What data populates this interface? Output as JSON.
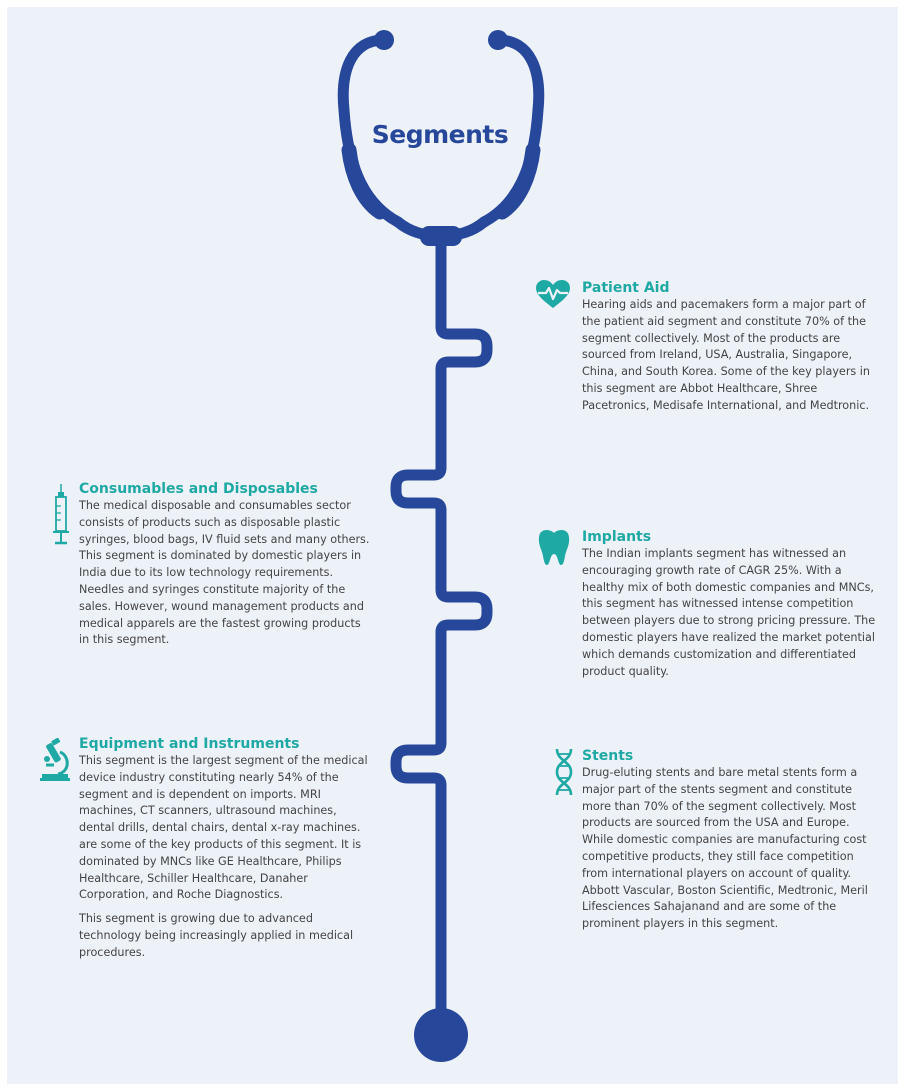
{
  "title": "Segments",
  "colors": {
    "background": "#edf1f8",
    "stethoscope": "#26479a",
    "heading": "#1fa9a5",
    "body_text": "#444444"
  },
  "segments": {
    "patient_aid": {
      "icon": "heart-pulse-icon",
      "heading": "Patient Aid",
      "body": "Hearing aids and pacemakers form a major part of the patient aid segment and constitute 70% of the segment collectively. Most of the products are sourced from Ireland, USA, Australia, Singapore, China, and South Korea. Some of the key players in this segment are Abbot Healthcare, Shree Pacetronics, Medisafe International, and Medtronic."
    },
    "consumables": {
      "icon": "syringe-icon",
      "heading": "Consumables and Disposables",
      "body": "The medical disposable and consumables sector consists of products such as disposable plastic syringes, blood bags, IV fluid sets and many others. This segment is dominated by domestic players in India due to its low technology requirements. Needles and syringes constitute majority of the sales. However, wound management products and medical apparels are the fastest growing products in this segment."
    },
    "implants": {
      "icon": "tooth-icon",
      "heading": "Implants",
      "body": "The Indian implants segment has witnessed an encouraging growth rate of CAGR 25%. With a healthy mix of both domestic companies and MNCs, this segment has witnessed intense competition between players due to strong pricing pressure. The domestic players have realized the market potential which demands customization and differentiated product quality."
    },
    "equipment": {
      "icon": "microscope-icon",
      "heading": "Equipment and Instruments",
      "body": "This segment is the largest segment of the medical device industry constituting nearly 54% of the segment and is dependent on imports. MRI machines, CT scanners, ultrasound machines, dental drills, dental chairs, dental x-ray machines. are some of the key products of this segment. It is dominated by MNCs like GE Healthcare, Philips Healthcare, Schiller Healthcare, Danaher Corporation, and Roche Diagnostics.",
      "body2": "This segment is growing due to advanced technology being increasingly applied in medical procedures."
    },
    "stents": {
      "icon": "dna-icon",
      "heading": "Stents",
      "body": "Drug-eluting stents and bare metal stents form a major part of the stents segment and constitute more than 70% of the segment collectively. Most products are sourced from the USA and Europe. While domestic companies are manufacturing cost competitive products, they still face competition from international players on account of quality. Abbott Vascular, Boston Scientific, Medtronic, Meril Lifesciences Sahajanand and are some of the prominent players in this segment."
    }
  }
}
